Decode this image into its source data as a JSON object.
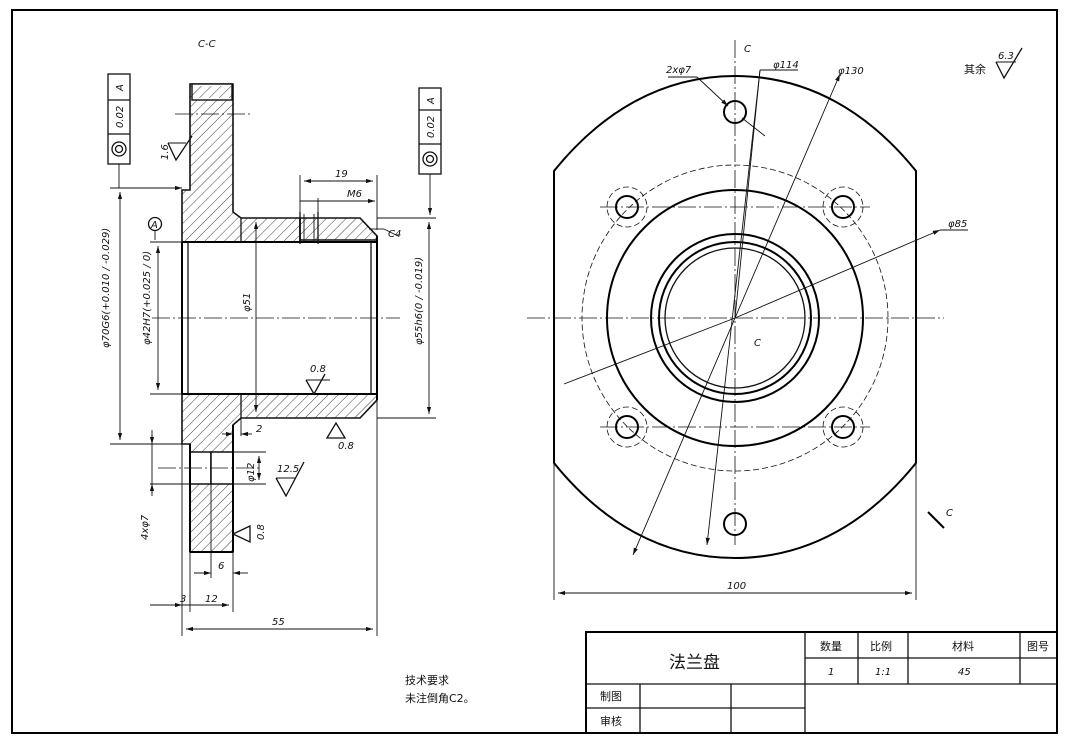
{
  "section_label": "C-C",
  "roughness_rest": "其余",
  "roughness_rest_value": "6.3",
  "tol_frames": [
    {
      "value": "0.02",
      "datum": "A"
    },
    {
      "value": "0.02",
      "datum": "A"
    }
  ],
  "datum_letter": "A",
  "section_cut_letters": [
    "C",
    "C"
  ],
  "center_letter": "C",
  "dims": {
    "d19": "19",
    "m6": "M6",
    "c4": "C4",
    "d51": "φ51",
    "d70": "φ70G6(+0.010 / -0.029)",
    "d42": "φ42H7(+0.025 / 0)",
    "d55": "φ55h6(0 / -0.019)",
    "r08a": "0.8",
    "r08b": "0.8",
    "r08c": "0.8",
    "r16": "1.6",
    "r125": "12.5",
    "d2": "2",
    "d12v": "φ12",
    "d4x7": "4xφ7",
    "d6": "6",
    "d3": "3",
    "d12": "12",
    "d55h": "55",
    "d2x7": "2xφ7",
    "d114": "φ114",
    "d130": "φ130",
    "d85": "φ85",
    "d100": "100"
  },
  "notes": {
    "title": "技术要求",
    "line1": "未注倒角C2。"
  },
  "title_block": {
    "part_name": "法兰盘",
    "headers": [
      "数量",
      "比例",
      "材料",
      "图号"
    ],
    "values": [
      "1",
      "1:1",
      "45",
      ""
    ],
    "drawn_by": "制图",
    "checked_by": "审核"
  }
}
